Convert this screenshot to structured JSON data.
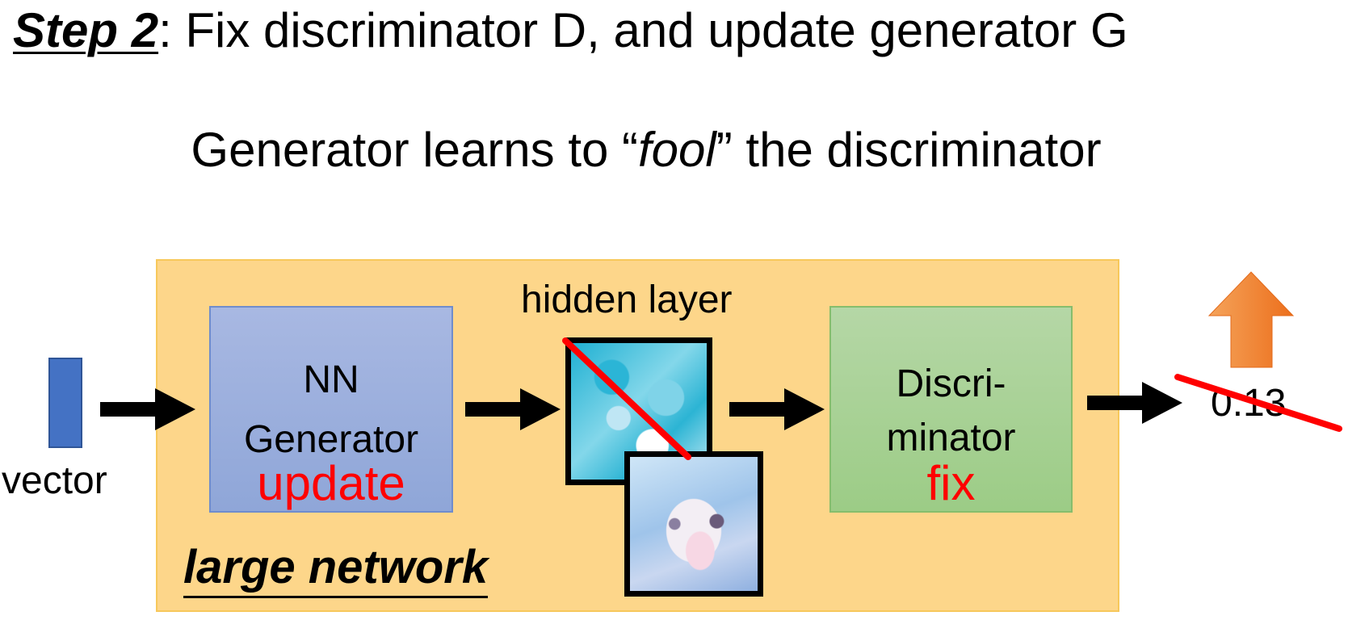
{
  "title": {
    "step_label": "Step 2",
    "rest": ": Fix discriminator D, and update generator G"
  },
  "subtitle": {
    "before": "Generator learns to “",
    "emphasis": "fool",
    "after": "” the discriminator"
  },
  "input": {
    "label": "vector"
  },
  "generator": {
    "line1": "NN",
    "line2": "Generator",
    "status": "update"
  },
  "hidden_layer": {
    "label": "hidden layer"
  },
  "discriminator": {
    "line1": "Discri-",
    "line2": "minator",
    "status": "fix"
  },
  "output": {
    "score": "0.13"
  },
  "container": {
    "label": "large network"
  },
  "colors": {
    "network_fill": "#fdd68a",
    "generator_fill": "#8fa6d8",
    "discriminator_fill": "#9ccc86",
    "vector_fill": "#4472c4",
    "status_text": "#ff0000",
    "up_arrow": "#f07a26",
    "strike_line": "#ff0000"
  },
  "icons": {
    "flow_arrows": "right-arrow-icon",
    "score_trend": "up-arrow-icon",
    "strike": "strike-through-line"
  }
}
